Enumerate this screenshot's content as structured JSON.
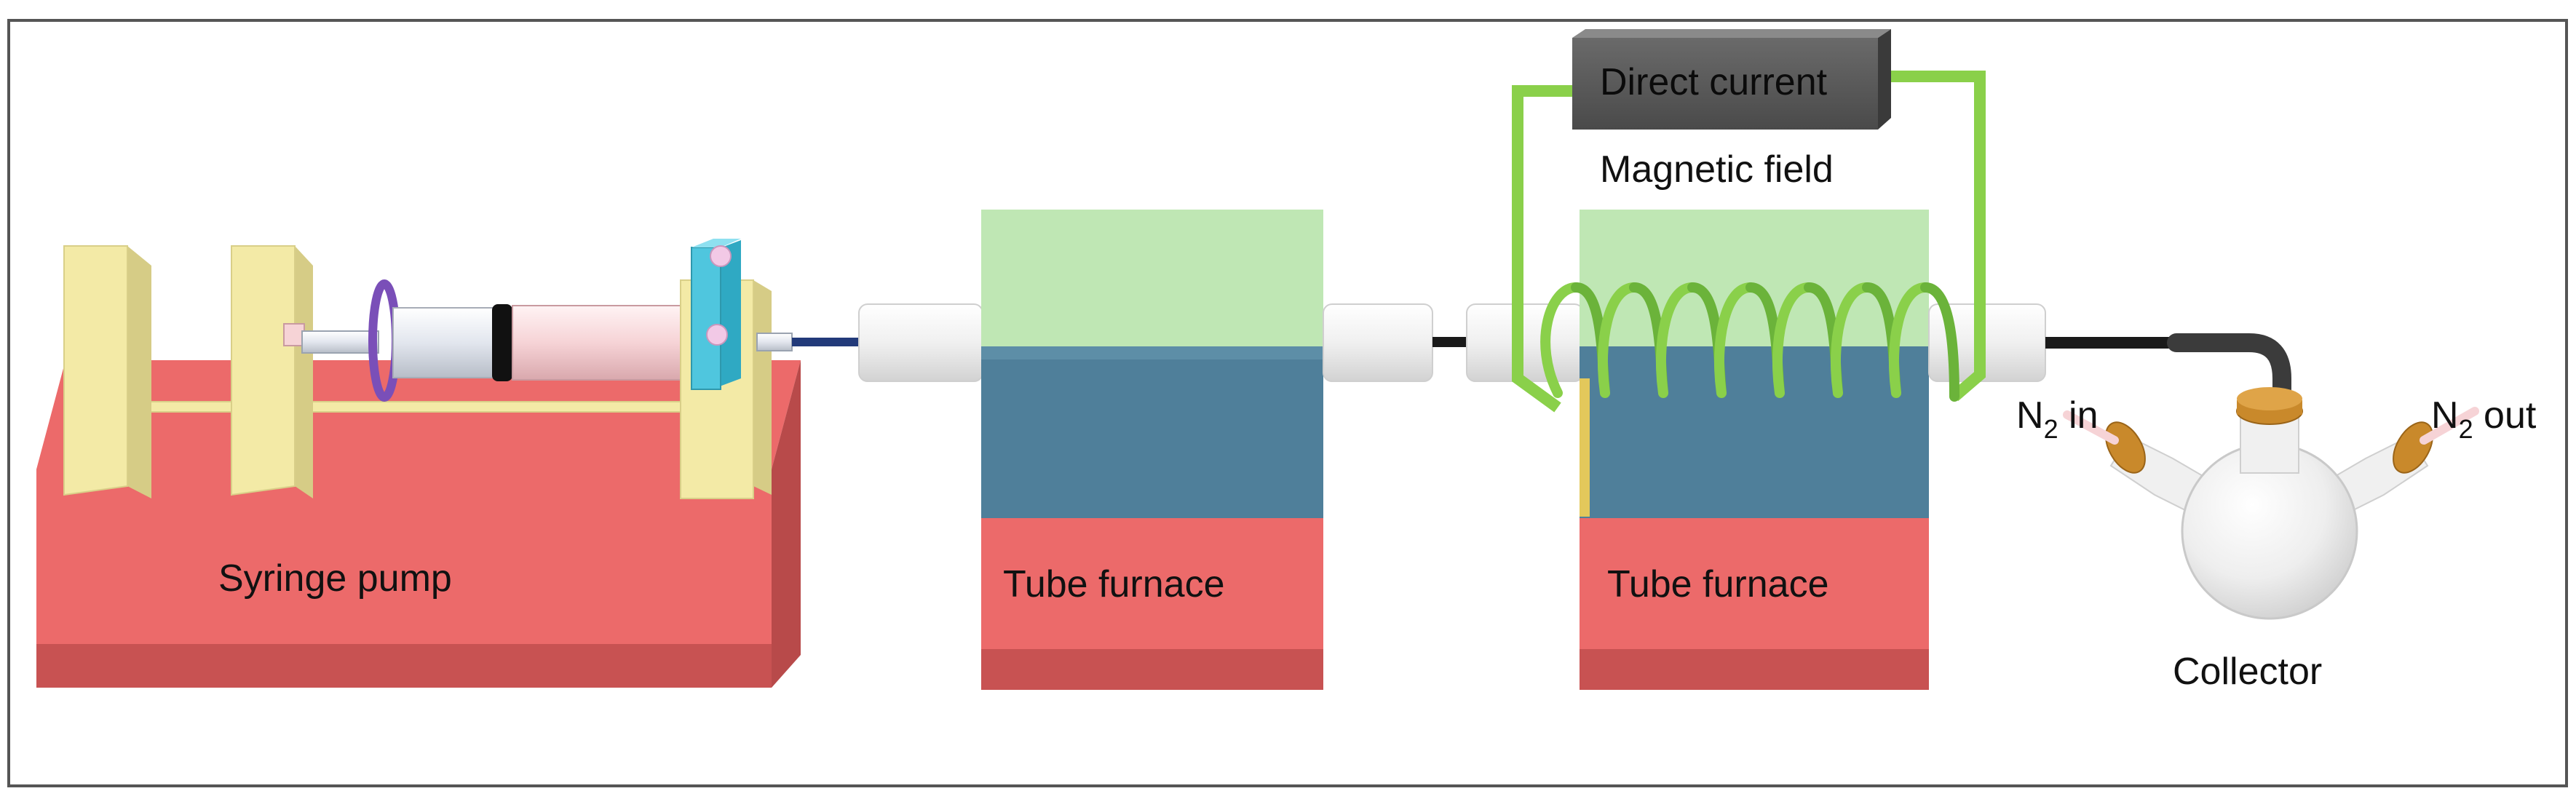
{
  "labels": {
    "syringe_pump": "Syringe pump",
    "tube_furnace_1": "Tube furnace",
    "tube_furnace_2": "Tube furnace",
    "direct_current": "Direct current",
    "magnetic_field": "Magnetic field",
    "collector": "Collector",
    "n2_in": {
      "main": "N",
      "sub": "2",
      "rest": " in"
    },
    "n2_out": {
      "main": "N",
      "sub": "2",
      "rest": " out"
    }
  },
  "colors": {
    "base_red": "#ec6a6a",
    "base_red_dark": "#c85252",
    "support_yellow": "#f3eaa6",
    "syringe_pink": "#f6d3d6",
    "clamp_cyan": "#4fc6de",
    "ring_purple": "#7a4fb8",
    "furnace_green": "#bfe7b4",
    "furnace_blue": "#4f7f9a",
    "coil_green": "#8ad04a",
    "dc_box": "#555555",
    "cap_orange": "#c9892b"
  }
}
